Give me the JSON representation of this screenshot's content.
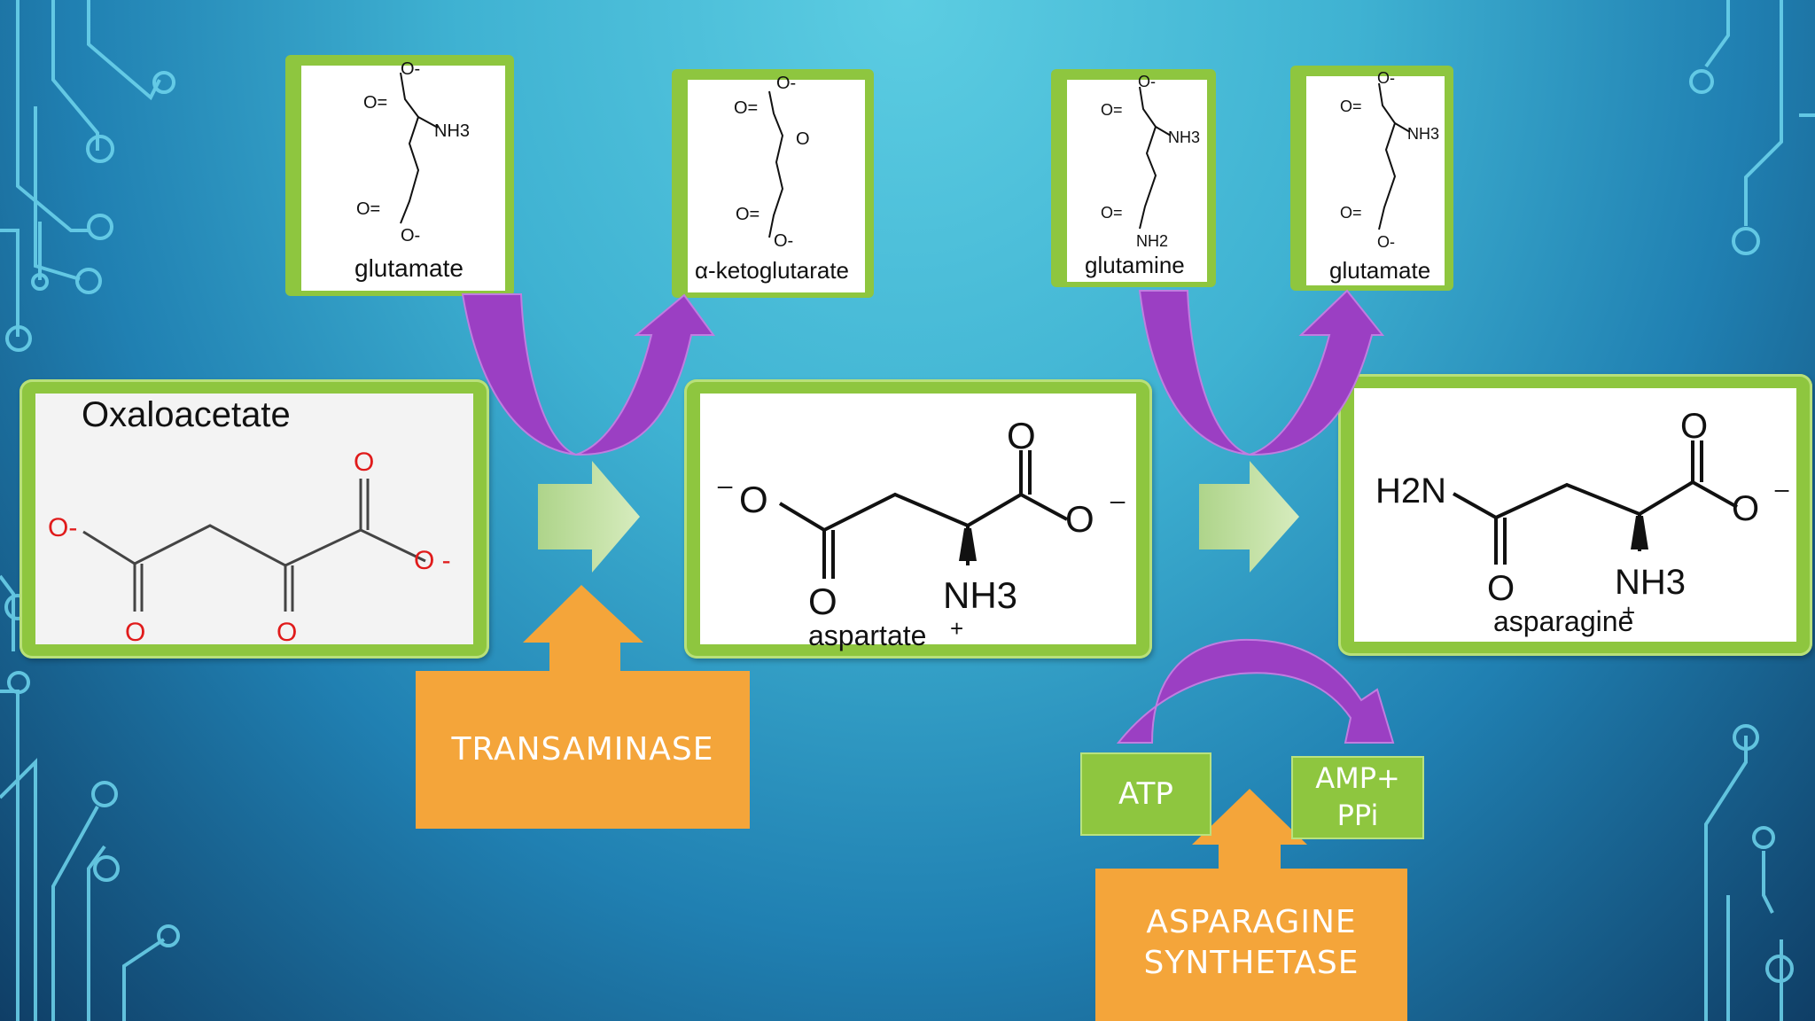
{
  "reaction_1": {
    "substrate": {
      "label": "Oxaloacetate",
      "charge_left": "O-",
      "charge_right": "O -",
      "oxygen": "O"
    },
    "donor": {
      "label": "glutamate"
    },
    "donor_product": {
      "label": "α-ketoglutarate"
    },
    "enzyme": {
      "label": "TRANSAMINASE"
    },
    "product": {
      "label": "aspartate",
      "amine": "NH3",
      "oxygen": "O",
      "charge_plus": "+"
    }
  },
  "reaction_2": {
    "donor": {
      "label": "glutamine",
      "amide_group": "NH2"
    },
    "donor_product": {
      "label": "glutamate"
    },
    "cofactor_in": {
      "label": "ATP"
    },
    "cofactor_out": {
      "line1": "AMP+",
      "line2": "PPi"
    },
    "enzyme": {
      "line1": "ASPARAGINE",
      "line2": "SYNTHETASE"
    },
    "product": {
      "label": "asparagine",
      "amide": "H2N",
      "amine": "NH3",
      "oxygen": "O",
      "charge_plus": "+"
    }
  },
  "structure_text": {
    "ammonium": "NH3",
    "oxygen": "O",
    "oxygen_minus": "O-"
  },
  "colors": {
    "card_green": "#8ec63f",
    "enzyme_orange": "#f4a53a",
    "curve_purple": "#9b3fc3",
    "flow_arrow": "#c9e3a6",
    "structure_red": "#e01b1b"
  }
}
